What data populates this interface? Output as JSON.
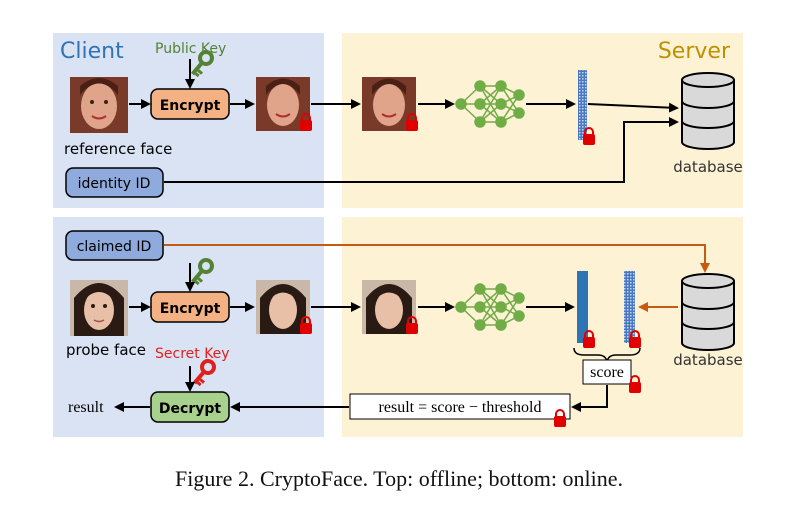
{
  "client": {
    "title": "Client",
    "title_color": "#2e74b5",
    "panel_color": "#dae3f3"
  },
  "server": {
    "title": "Server",
    "title_color": "#bf9000",
    "panel_color": "#fef2d4"
  },
  "top": {
    "public_key_label": "Public Key",
    "encrypt_label": "Encrypt",
    "reference_face_label": "reference face",
    "identity_id_label": "identity ID",
    "database_label": "database"
  },
  "bottom": {
    "claimed_id_label": "claimed ID",
    "encrypt_label": "Encrypt",
    "probe_face_label": "probe face",
    "secret_key_label": "Secret Key",
    "decrypt_label": "Decrypt",
    "result_label": "result",
    "score_label": "score",
    "result_formula": "result = score − threshold",
    "database_label": "database"
  },
  "colors": {
    "encrypt_fill": "#f4b183",
    "decrypt_fill": "#a9d18e",
    "id_fill": "#8faadc",
    "key_public": "#548235",
    "key_secret": "#e02020",
    "lock": "#e00000",
    "network": "#70ad47",
    "orange_arrow": "#c55a11"
  },
  "caption": "Figure 2. CryptoFace. Top: offline; bottom: online."
}
